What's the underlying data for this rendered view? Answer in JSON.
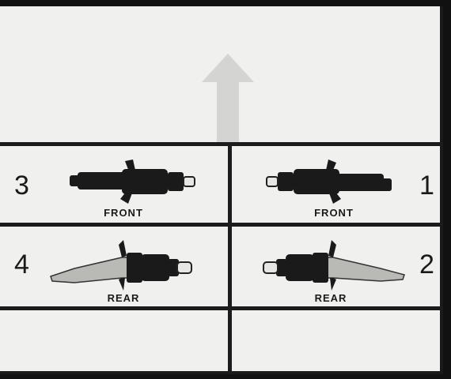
{
  "colors": {
    "panel": "#f0f0ee",
    "grid_lines": "#1c1c1c",
    "arrow": "#d4d4d2",
    "plug_body": "#1a1a1a",
    "plug_boot_rear": "#b9b9b6",
    "terminal": "#e6e6e4"
  },
  "arrow": {
    "icon": "up-arrow-icon",
    "meaning": "front of vehicle"
  },
  "cells": [
    {
      "number": "3",
      "label": "FRONT",
      "plug": "front-harness-plug",
      "facing": "right"
    },
    {
      "number": "1",
      "label": "FRONT",
      "plug": "front-harness-plug",
      "facing": "left"
    },
    {
      "number": "4",
      "label": "REAR",
      "plug": "rear-harness-plug",
      "facing": "right"
    },
    {
      "number": "2",
      "label": "REAR",
      "plug": "rear-harness-plug",
      "facing": "left"
    }
  ]
}
